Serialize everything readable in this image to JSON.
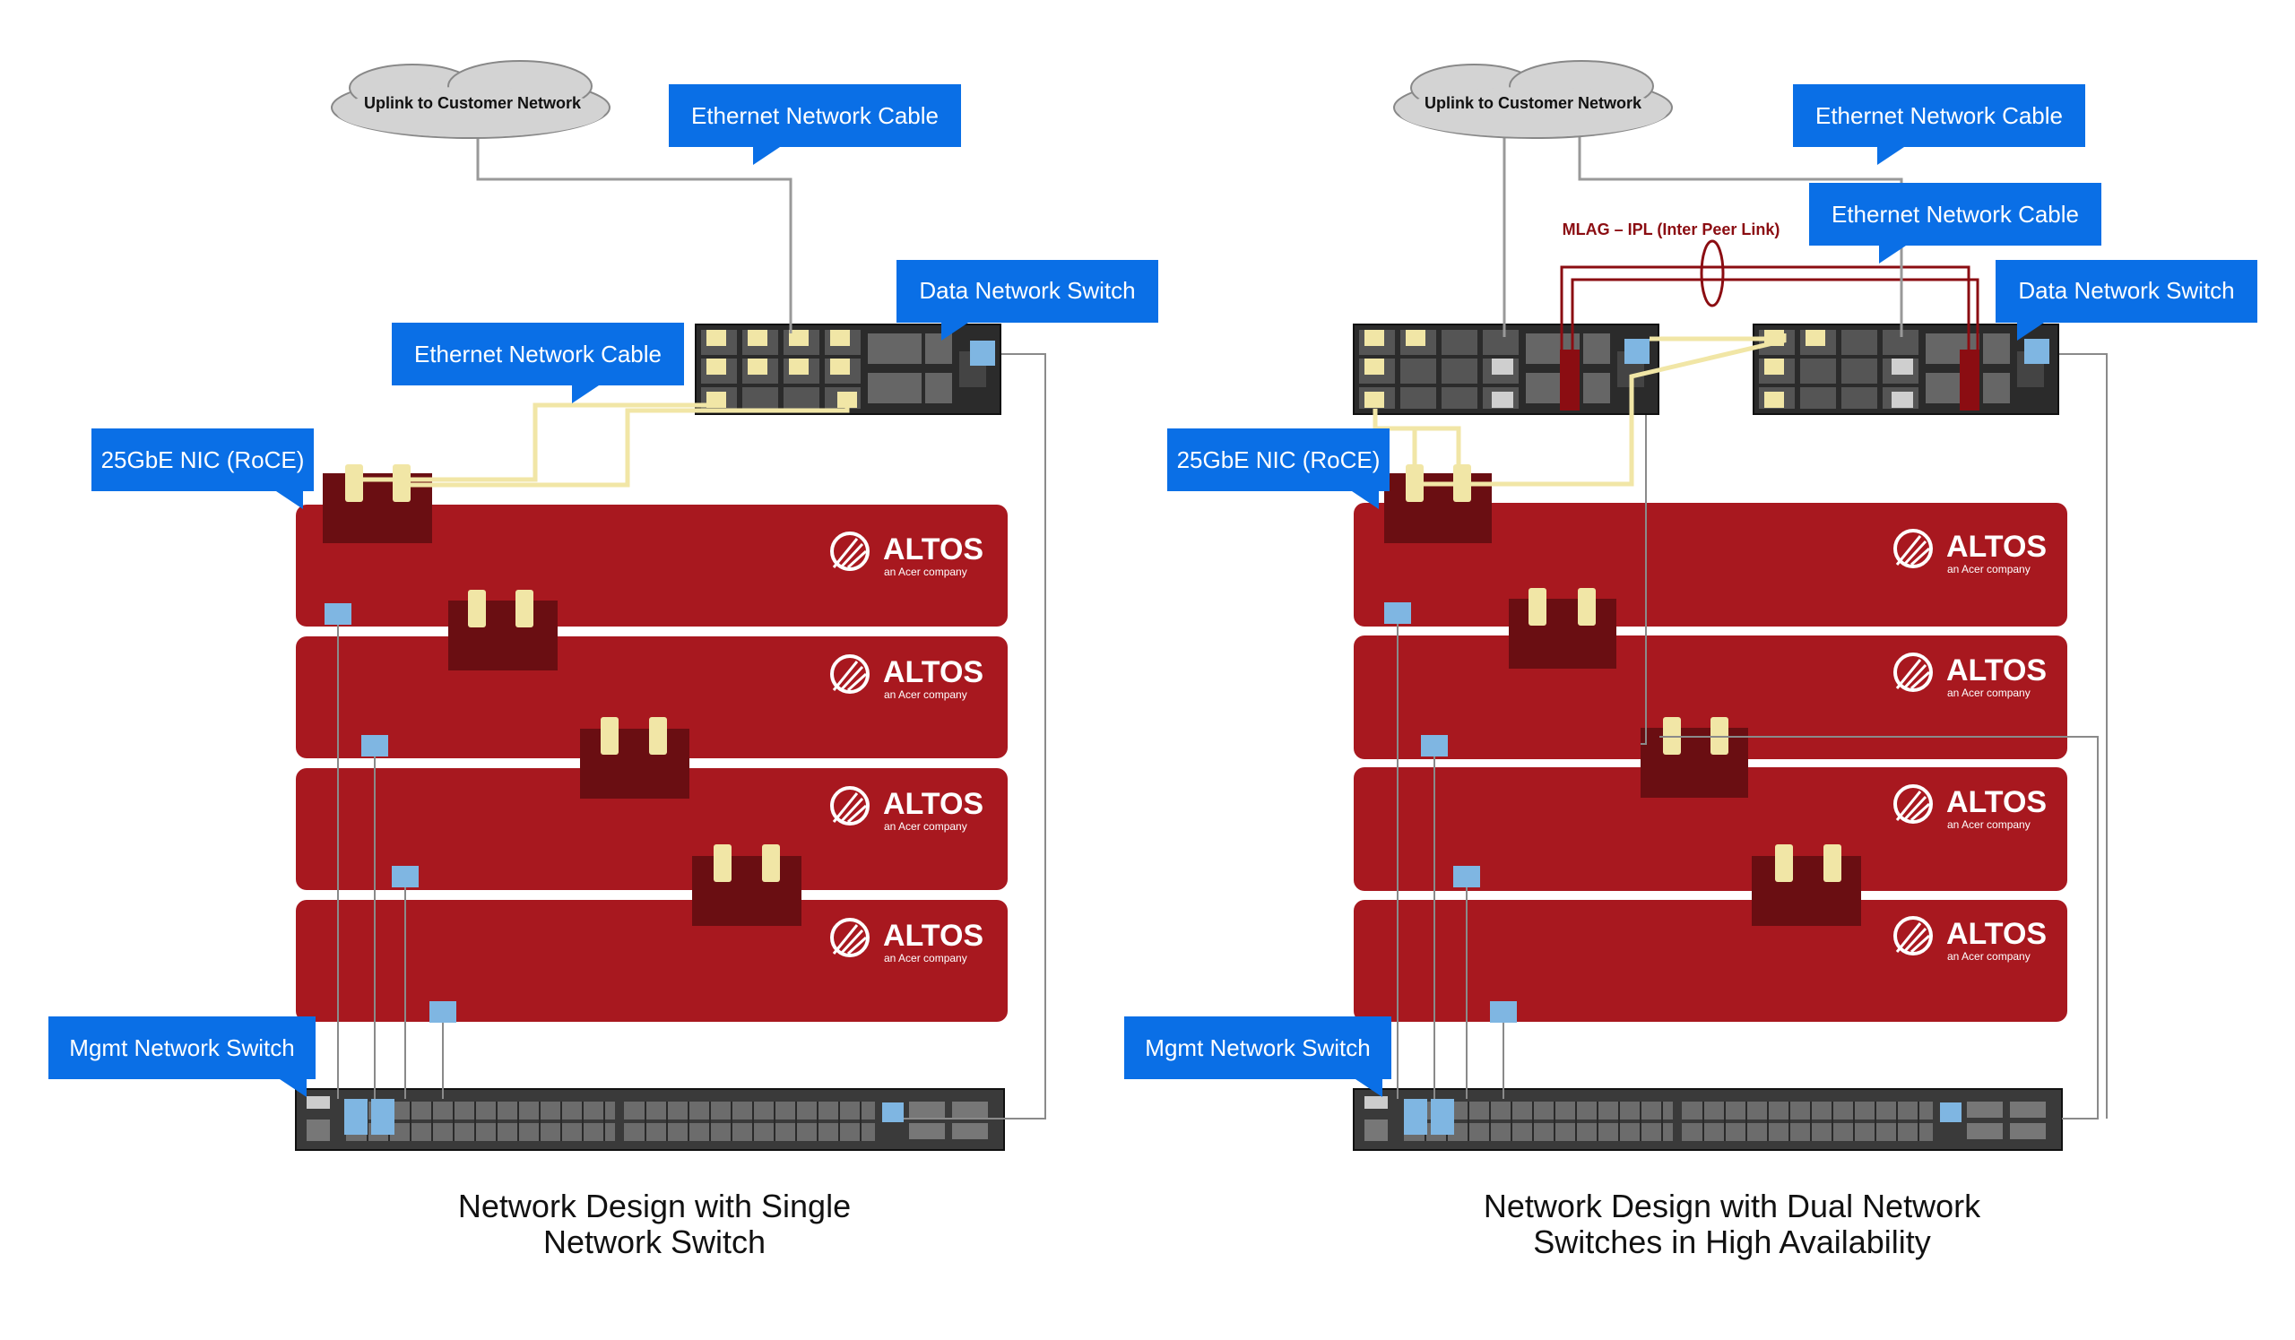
{
  "left": {
    "cloud": "Uplink to Customer Network",
    "cable_label_top": "Ethernet Network Cable",
    "cable_label_mid": "Ethernet Network Cable",
    "data_switch_label": "Data Network Switch",
    "nic_label": "25GbE NIC (RoCE)",
    "mgmt_switch_label": "Mgmt Network Switch",
    "caption_line1": "Network Design with Single",
    "caption_line2": "Network Switch"
  },
  "right": {
    "cloud": "Uplink to Customer Network",
    "cable_label_top": "Ethernet Network Cable",
    "cable_label_second": "Ethernet Network Cable",
    "mlag_label": "MLAG – IPL (Inter Peer Link)",
    "data_switch_label": "Data Network Switch",
    "nic_label": "25GbE NIC (RoCE)",
    "mgmt_switch_label": "Mgmt Network Switch",
    "caption_line1": "Network Design with Dual Network",
    "caption_line2": "Switches in High Availability"
  },
  "brand": {
    "name": "ALTOS",
    "tagline": "an Acer company"
  },
  "colors": {
    "callout": "#0a6fe6",
    "server": "#a8181f",
    "nic": "#6a0e12",
    "fiber": "#f1e6a6",
    "mgmt_port": "#7fb6e2",
    "mlag": "#8b0d12",
    "switch_body": "#2b2b2b"
  }
}
